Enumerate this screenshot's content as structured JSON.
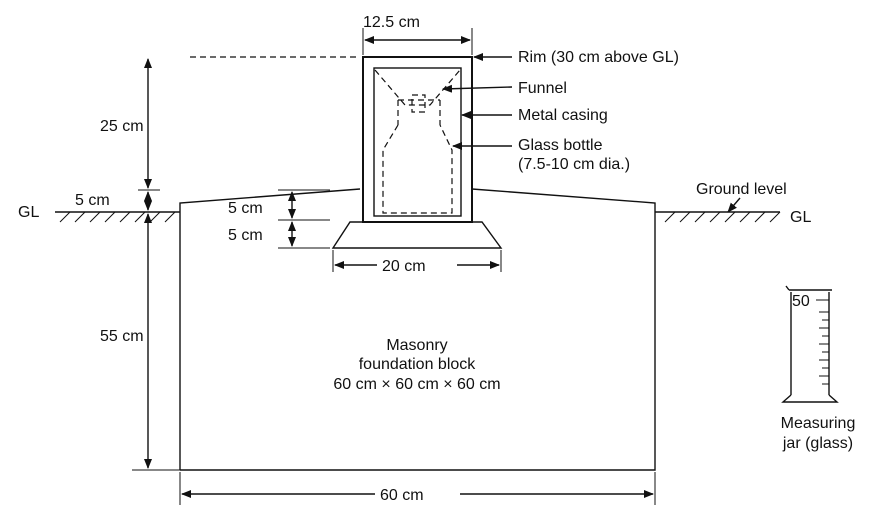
{
  "labels": {
    "top_width": "12.5 cm",
    "rim": "Rim (30 cm above GL)",
    "funnel": "Funnel",
    "metal_casing": "Metal casing",
    "glass_bottle_line1": "Glass bottle",
    "glass_bottle_line2": "(7.5-10 cm dia.)",
    "ground_level": "Ground level",
    "gl_left": "GL",
    "gl_right": "GL",
    "dim_25": "25 cm",
    "dim_5_left": "5 cm",
    "dim_5_upper": "5 cm",
    "dim_5_lower": "5 cm",
    "dim_55": "55 cm",
    "dim_20": "20 cm",
    "dim_60": "60 cm",
    "masonry_line1": "Masonry",
    "masonry_line2": "foundation block",
    "masonry_line3": "60 cm × 60 cm × 60 cm",
    "jar_value": "50",
    "jar_line1": "Measuring",
    "jar_line2": "jar (glass)"
  }
}
